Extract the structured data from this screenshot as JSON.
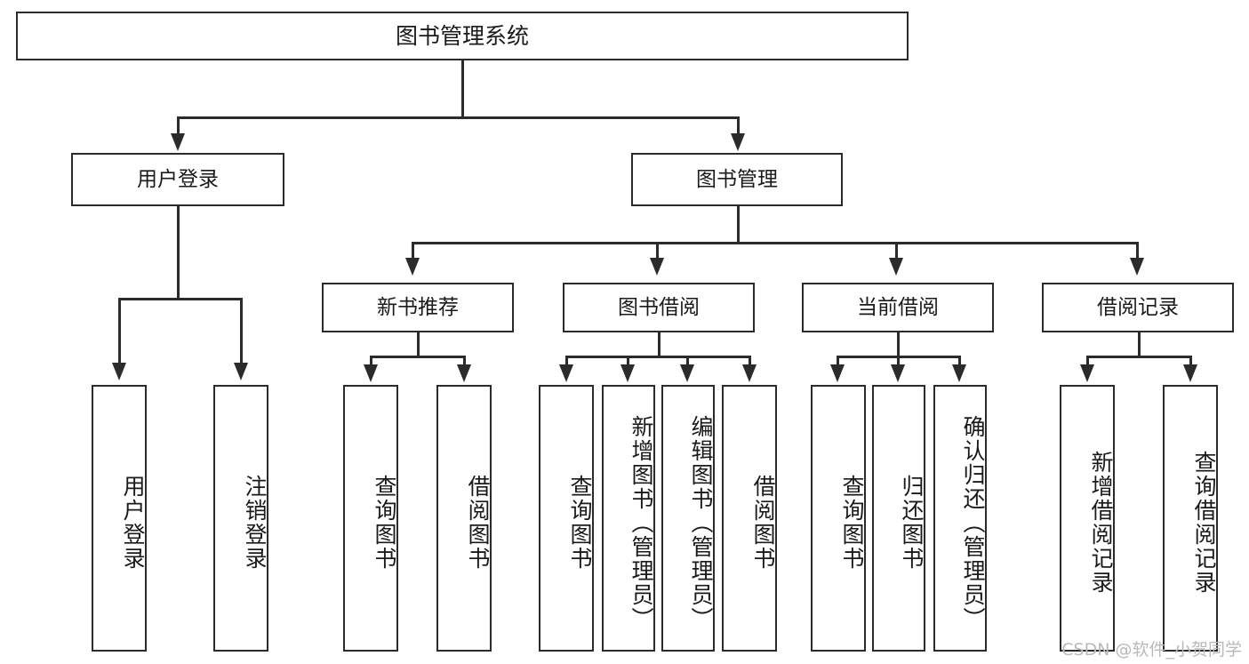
{
  "diagram": {
    "title": "图书管理系统",
    "watermark": "CSDN @软件_小贺同学",
    "nodes": {
      "root": {
        "label": "图书管理系统"
      },
      "level2": [
        {
          "key": "user_login",
          "label": "用户登录"
        },
        {
          "key": "book_manage",
          "label": "图书管理"
        }
      ],
      "level3": [
        {
          "key": "new_book_rec",
          "label": "新书推荐"
        },
        {
          "key": "book_borrow",
          "label": "图书借阅"
        },
        {
          "key": "current_borrow",
          "label": "当前借阅"
        },
        {
          "key": "borrow_record",
          "label": "借阅记录"
        }
      ],
      "leaves": [
        {
          "key": "leaf_user_login",
          "label": "用户登录",
          "parent": "user_login"
        },
        {
          "key": "leaf_logout",
          "label": "注销登录",
          "parent": "user_login"
        },
        {
          "key": "leaf_query_book_1",
          "label": "查询图书",
          "parent": "new_book_rec"
        },
        {
          "key": "leaf_borrow_book_1",
          "label": "借阅图书",
          "parent": "new_book_rec"
        },
        {
          "key": "leaf_query_book_2",
          "label": "查询图书",
          "parent": "book_borrow"
        },
        {
          "key": "leaf_add_book",
          "label": "新增图书（管理员）",
          "parent": "book_borrow"
        },
        {
          "key": "leaf_edit_book",
          "label": "编辑图书（管理员）",
          "parent": "book_borrow"
        },
        {
          "key": "leaf_borrow_book_2",
          "label": "借阅图书",
          "parent": "book_borrow"
        },
        {
          "key": "leaf_query_book_3",
          "label": "查询图书",
          "parent": "current_borrow"
        },
        {
          "key": "leaf_return_book",
          "label": "归还图书",
          "parent": "current_borrow"
        },
        {
          "key": "leaf_confirm_return",
          "label": "确认归还（管理员）",
          "parent": "current_borrow"
        },
        {
          "key": "leaf_add_record",
          "label": "新增借阅记录",
          "parent": "borrow_record"
        },
        {
          "key": "leaf_query_record",
          "label": "查询借阅记录",
          "parent": "borrow_record"
        }
      ]
    },
    "colors": {
      "stroke": "#2b2b2b",
      "fill": "#ffffff",
      "text": "#1a1a1a",
      "watermark": "#b9b9b9"
    }
  }
}
